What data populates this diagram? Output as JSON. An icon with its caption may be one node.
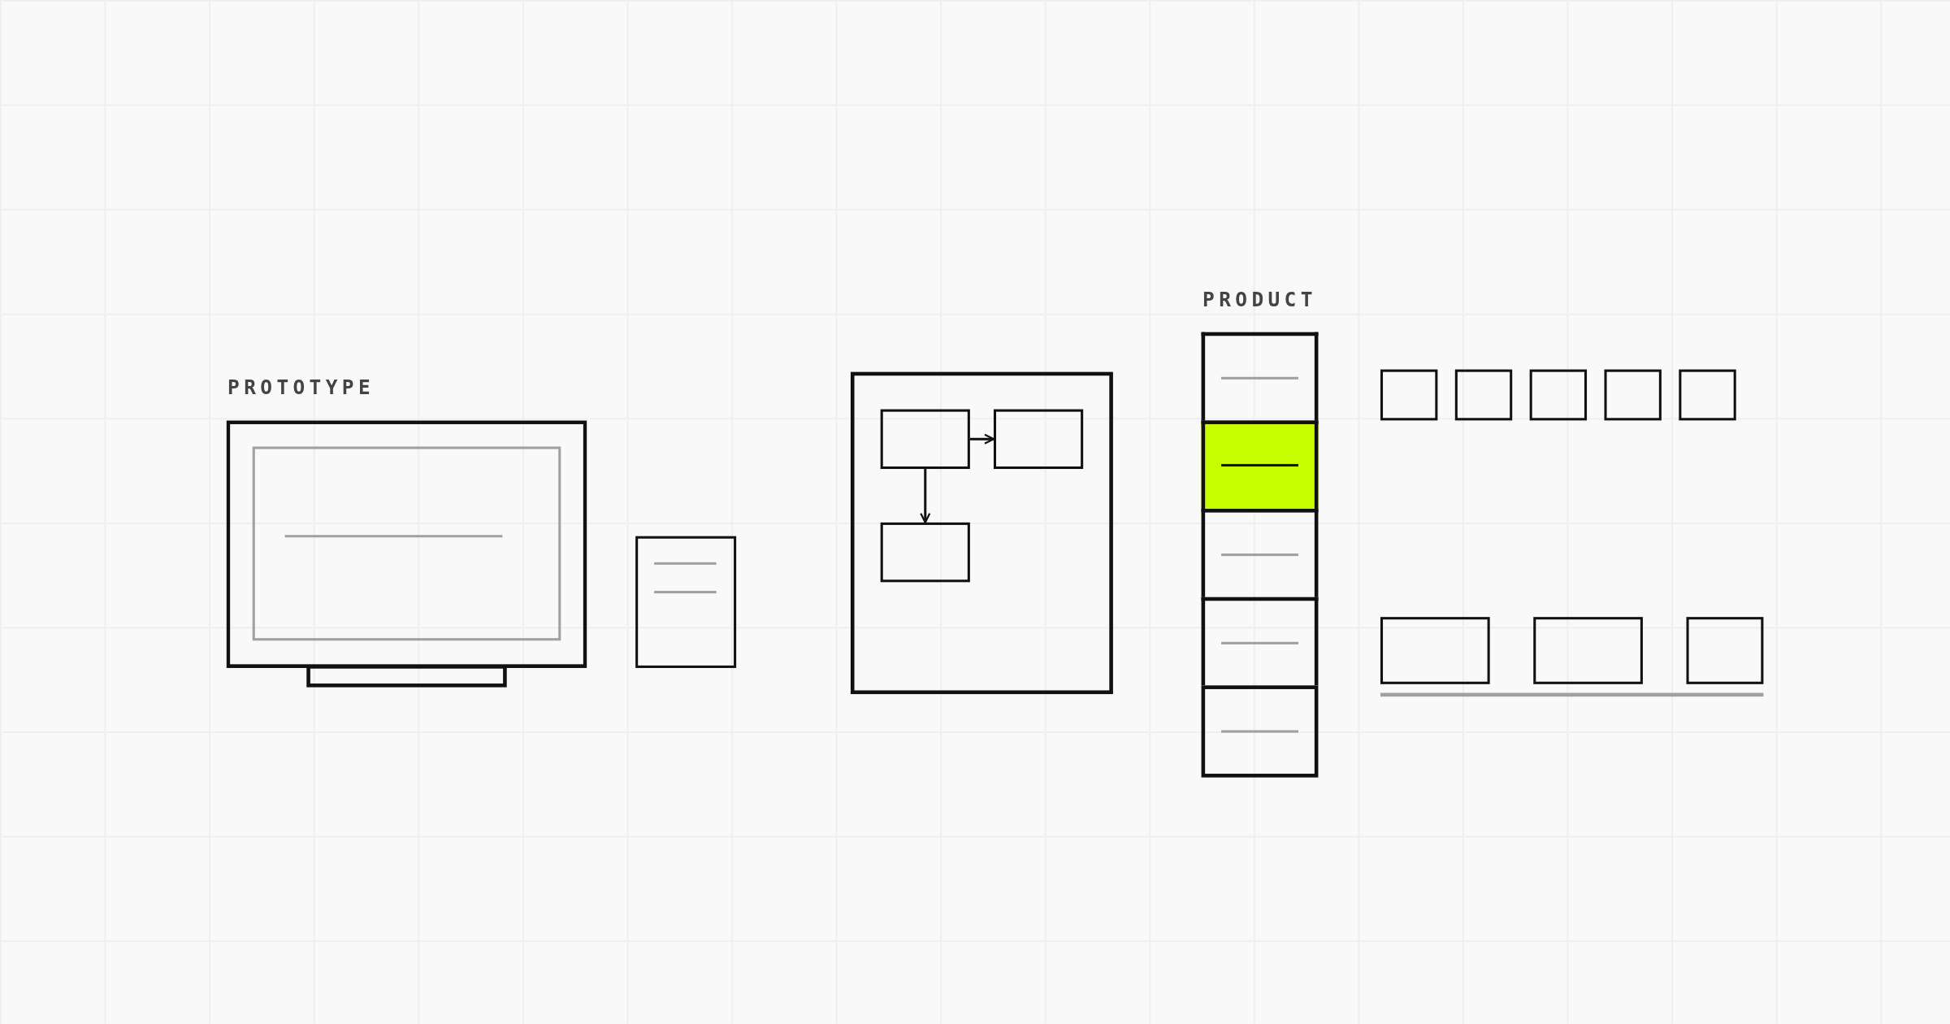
{
  "diagram": {
    "nodes": [
      {
        "text": [
          "PROTOTYPE"
        ]
      },
      {
        "text": [],
        "shape": "box"
      },
      {
        "text": [],
        "shape": "box"
      },
      {
        "text": [],
        "shape": "box",
        "in": 2
      },
      {
        "text": [],
        "shape": "box",
        "in": 2
      },
      {
        "text": [],
        "shape": "box",
        "in": 2
      },
      {
        "text": [
          "PRODUCT"
        ]
      },
      {
        "text": [],
        "shape": "box",
        "in": 6
      },
      {
        "text": [],
        "shape": "box",
        "in": 6
      },
      {
        "text": [],
        "shape": "box",
        "in": 6
      },
      {
        "text": [],
        "shape": "box",
        "in": 6
      },
      {
        "text": [],
        "shape": "box",
        "in": 6
      },
      {
        "text": [],
        "shape": "box"
      },
      {
        "text": [],
        "shape": "box"
      },
      {
        "text": [],
        "shape": "box"
      },
      {
        "text": [],
        "shape": "box"
      },
      {
        "text": [],
        "shape": "box"
      },
      {
        "text": [],
        "shape": "box"
      },
      {
        "text": [],
        "shape": "box"
      },
      {
        "text": [],
        "shape": "box"
      }
    ],
    "edges": [
      {
        "from": 3,
        "to": 4,
        "arrow": "to"
      },
      {
        "from": 3,
        "to": 5,
        "arrow": "to"
      }
    ]
  }
}
